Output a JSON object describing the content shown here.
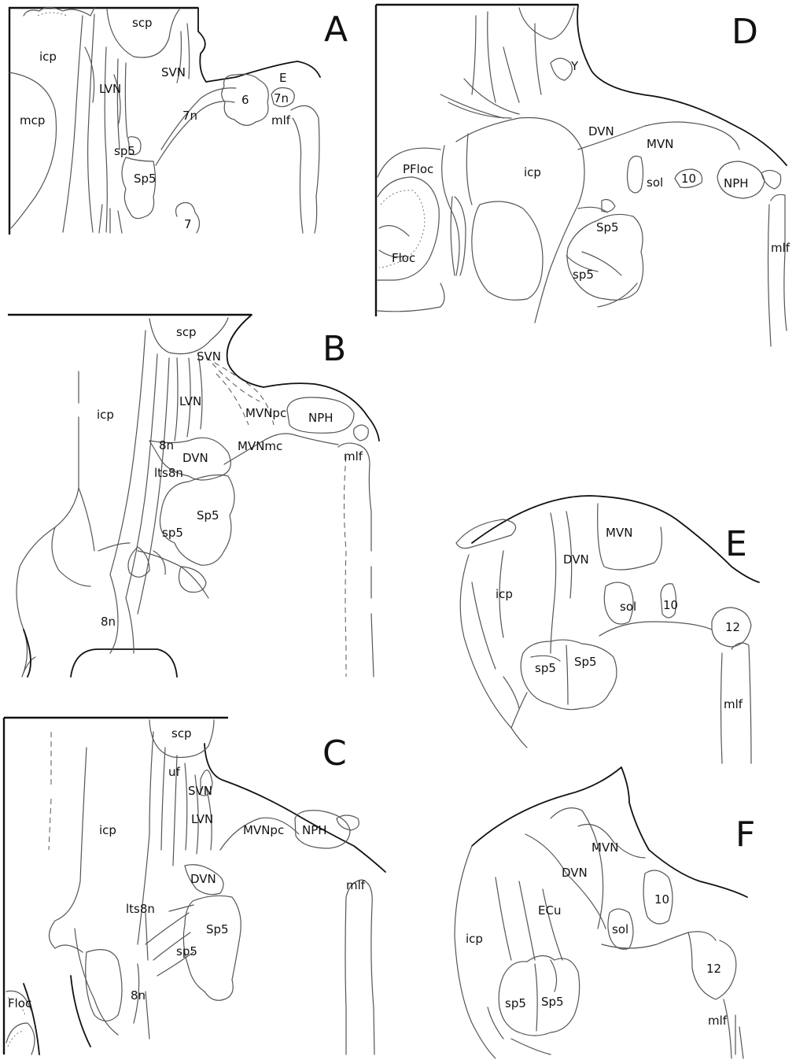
{
  "panels": {
    "A": {
      "letter": "A",
      "labels": {
        "scp": "scp",
        "icp": "icp",
        "mcp": "mcp",
        "LVN": "LVN",
        "SVN": "SVN",
        "E": "E",
        "n6": "6",
        "n7n_left": "7n",
        "n7n_right": "7n",
        "mlf": "mlf",
        "sp5_lower": "sp5",
        "Sp5_upper": "Sp5",
        "n7": "7"
      }
    },
    "B": {
      "letter": "B",
      "labels": {
        "scp": "scp",
        "SVN": "SVN",
        "icp": "icp",
        "LVN": "LVN",
        "MVNpc": "MVNpc",
        "NPH": "NPH",
        "MVNmc": "MVNmc",
        "n8n_top": "8n",
        "DVN": "DVN",
        "lts8n": "lts8n",
        "mlf": "mlf",
        "Sp5_upper": "Sp5",
        "sp5_lower": "sp5",
        "n8n_bottom": "8n"
      }
    },
    "C": {
      "letter": "C",
      "labels": {
        "scp": "scp",
        "uf": "uf",
        "SVN": "SVN",
        "icp": "icp",
        "LVN": "LVN",
        "MVNpc": "MVNpc",
        "NPH": "NPH",
        "DVN": "DVN",
        "mlf": "mlf",
        "lts8n": "lts8n",
        "Sp5_upper": "Sp5",
        "sp5_lower": "sp5",
        "n8n": "8n",
        "Floc": "Floc"
      }
    },
    "D": {
      "letter": "D",
      "labels": {
        "Y": "Y",
        "DVN": "DVN",
        "MVN": "MVN",
        "PFloc": "PFloc",
        "icp": "icp",
        "sol": "sol",
        "n10": "10",
        "NPH": "NPH",
        "Floc": "Floc",
        "Sp5_upper": "Sp5",
        "mlf": "mlf",
        "sp5_lower": "sp5"
      }
    },
    "E": {
      "letter": "E",
      "labels": {
        "MVN": "MVN",
        "DVN": "DVN",
        "icp": "icp",
        "sol": "sol",
        "n10": "10",
        "n12": "12",
        "sp5_lower": "sp5",
        "Sp5_upper": "Sp5",
        "mlf": "mlf"
      }
    },
    "F": {
      "letter": "F",
      "labels": {
        "MVN": "MVN",
        "DVN": "DVN",
        "ECu": "ECu",
        "sol": "sol",
        "n10": "10",
        "icp": "icp",
        "n12": "12",
        "sp5_lower": "sp5",
        "Sp5_upper": "Sp5",
        "mlf": "mlf"
      }
    }
  }
}
